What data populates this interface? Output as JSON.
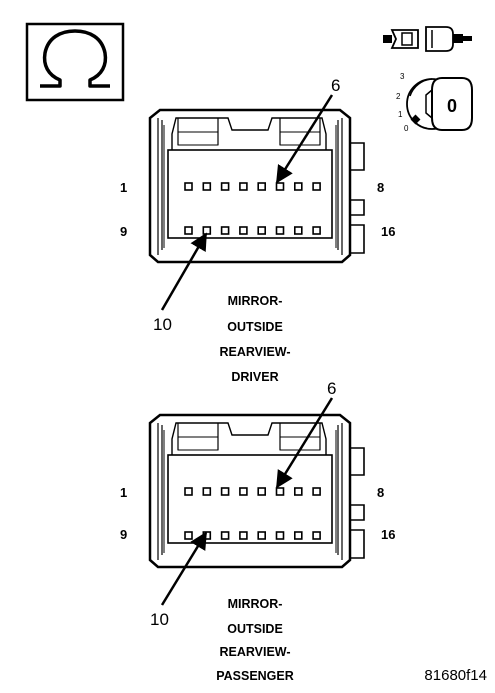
{
  "figure_id": "81680f14",
  "symbol": "ohm-icon",
  "connectors": [
    {
      "name": "driver",
      "caption": [
        "MIRROR-",
        "OUTSIDE",
        "REARVIEW-",
        "DRIVER"
      ],
      "pin_labels": {
        "top_left": "1",
        "top_right": "8",
        "bottom_left": "9",
        "bottom_right": "16"
      },
      "callouts": {
        "upper": "6",
        "lower": "10"
      }
    },
    {
      "name": "passenger",
      "caption": [
        "MIRROR-",
        "OUTSIDE",
        "REARVIEW-",
        "PASSENGER"
      ],
      "pin_labels": {
        "top_left": "1",
        "top_right": "8",
        "bottom_left": "9",
        "bottom_right": "16"
      },
      "callouts": {
        "upper": "6",
        "lower": "10"
      }
    }
  ],
  "ignition_switch": {
    "positions": [
      "3",
      "2",
      "1",
      "0"
    ],
    "key_label": "0"
  }
}
